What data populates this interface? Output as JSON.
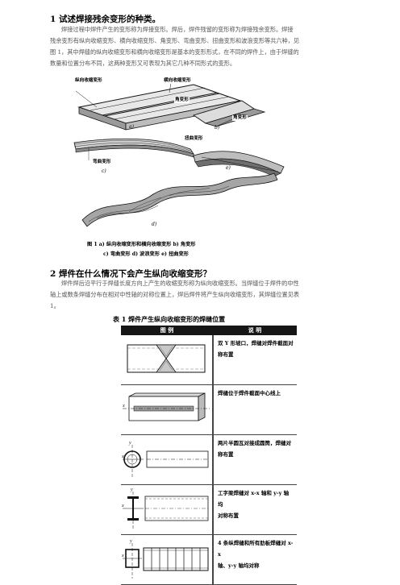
{
  "section1": {
    "heading": "1  试述焊接残余变形的种类。",
    "lines": [
      "焊接过程中焊件产生的变形称为焊接变形。焊后，焊件残留的变形称为焊接残余变形。焊接",
      "残余变形有纵向收缩变形、横向收缩变形、角变形、弯曲变形、扭曲变形和波浪变形等共六种，见",
      "图 1，其中焊缝的纵向收缩变形和横向收缩变形是基本的变形形式，在不同的焊件上，由于焊缝的",
      "数量和位置分布不同，这两种变形又可表现为其它几种不同形式的变形。"
    ]
  },
  "figure1": {
    "labels": {
      "longitudinal": "纵向收缩变形",
      "transverse": "横向收缩变形",
      "angular_a": "角变形",
      "angular_b": "角变形",
      "twist": "扭曲变形",
      "bending": "弯曲变形"
    },
    "sublabels": {
      "a": "a)",
      "b": "b)",
      "c": "c)",
      "d": "d)",
      "e": "e)"
    },
    "caption_line1": "图 1   a) 纵向收缩变形和横向收缩变形   b) 角变形",
    "caption_line2": "c) 弯曲变形   d) 波浪变形   e) 扭曲变形"
  },
  "section2": {
    "heading": "2  焊件在什么情况下会产生纵向收缩变形？",
    "lines": [
      "焊件焊后沿平行于焊缝长度方向上产生的收缩变形称为纵向收缩变形。当焊缝位于焊件的中性",
      "轴上或数条焊缝分布在相对中性轴的对称位置上，焊后焊件将产生纵向收缩变形，其焊缝位置见表",
      "1。"
    ]
  },
  "table1": {
    "title": "表    1    焊件产生纵向收缩变形的焊缝位置",
    "headers": [
      "图         例",
      "说         明"
    ],
    "rows": [
      {
        "line1": "双 Y 形坡口，焊缝对焊件截面对",
        "line2": "称布置"
      },
      {
        "line1": "焊缝位于焊件截面中心线上",
        "line2": ""
      },
      {
        "line1": "两片半圆瓦对接成圆筒，焊缝对",
        "line2": "称布置"
      },
      {
        "line1": "工字梁焊缝对 x-x 轴和 y-y 轴均",
        "line2": "对称布置"
      },
      {
        "line1": "4 条纵焊缝和所有肋板焊缝对 x-x",
        "line2": "轴、y-y 轴均对称"
      }
    ],
    "axis_x": "x",
    "axis_y": "y"
  }
}
